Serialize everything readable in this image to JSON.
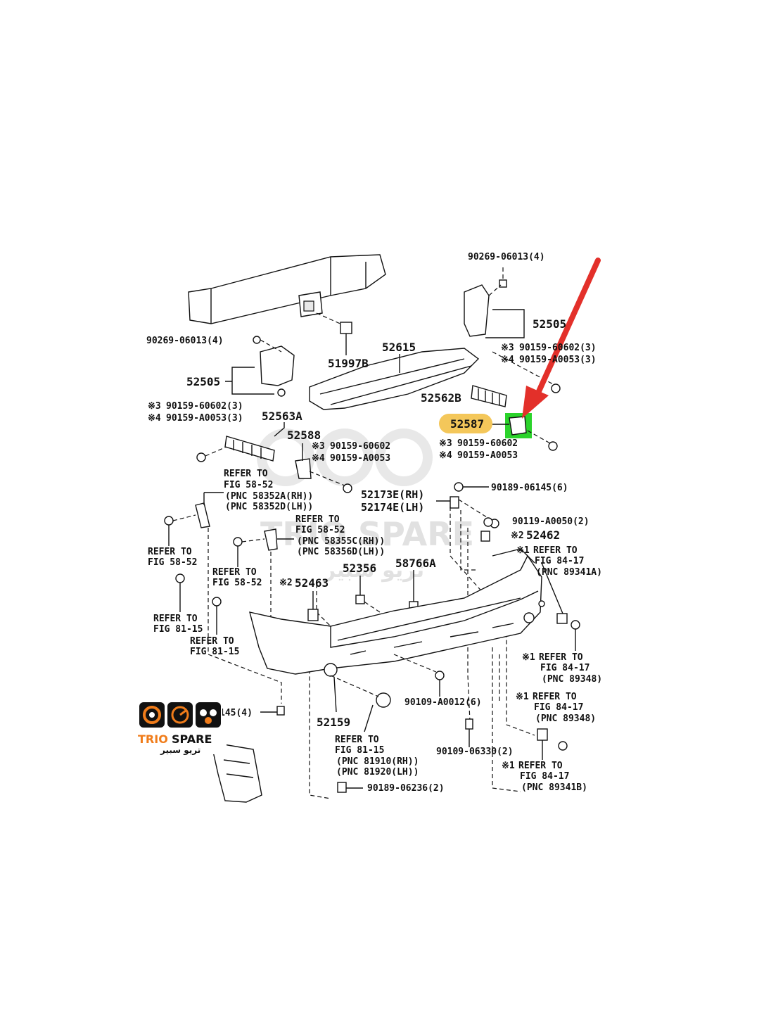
{
  "watermark": {
    "brand": "TRIO SPARE",
    "arabic": "تريو سبير"
  },
  "logo": {
    "brand_trio": "TRIO",
    "brand_spare": "SPARE",
    "arabic": "تريو سبير",
    "orange": "#f07c1a"
  },
  "highlight": {
    "part": "52587",
    "label_bg": "#f4c75a",
    "box_color": "#2bd32b",
    "arrow_color": "#e3302a"
  },
  "labels": {
    "l01": "90269-06013(4)",
    "l02": "52505",
    "l03": "90159-60602(3)",
    "l04": "90159-A0053(3)",
    "l05": "90269-06013(4)",
    "l06": "51997B",
    "l07": "52615",
    "l08": "52505",
    "l09": "90159-60602(3)",
    "l10": "90159-A0053(3)",
    "l11": "52562B",
    "l12": "52563A",
    "l13": "52588",
    "l14": "90159-60602",
    "l15": "90159-A0053",
    "l16": "52587",
    "l17": "90159-60602",
    "l18": "90159-A0053",
    "l19": "REFER TO",
    "l20": "FIG 58-52",
    "l21": "(PNC 58352A(RH))",
    "l22": "(PNC 58352D(LH))",
    "l23": "52173E(RH)",
    "l24": "52174E(LH)",
    "l25": "90189-06145(6)",
    "l26": "90119-A0050(2)",
    "l27": "REFER TO",
    "l28": "FIG 58-52",
    "l29": "(PNC 58355C(RH))",
    "l30": "(PNC 58356D(LH))",
    "l31": "52462",
    "l32": "REFER TO",
    "l33": "FIG 58-52",
    "l34": "REFER TO",
    "l35": "FIG 58-52",
    "l36": "52463",
    "l37": "52356",
    "l38": "58766A",
    "l39": "REFER TO",
    "l40": "FIG 84-17",
    "l41": "(PNC 89341A)",
    "l42": "REFER TO",
    "l43": "FIG 81-15",
    "l44": "REFER TO",
    "l45": "FIG 81-15",
    "l46": "REFER TO",
    "l47": "FIG 84-17",
    "l48": "(PNC 89348)",
    "l49": "145(4)",
    "l50": "52159",
    "l51": "90109-A0012(6)",
    "l52": "REFER TO",
    "l53": "FIG 84-17",
    "l54": "(PNC 89348)",
    "l55": "REFER TO",
    "l56": "FIG 81-15",
    "l57": "(PNC 81910(RH))",
    "l58": "(PNC 81920(LH))",
    "l59": "90109-06330(2)",
    "l60": "REFER TO",
    "l61": "FIG 84-17",
    "l62": "(PNC 89341B)",
    "l63": "90189-06236(2)"
  },
  "marks": {
    "m3": "※3",
    "m4": "※4",
    "m2": "※2",
    "m1": "※1"
  }
}
